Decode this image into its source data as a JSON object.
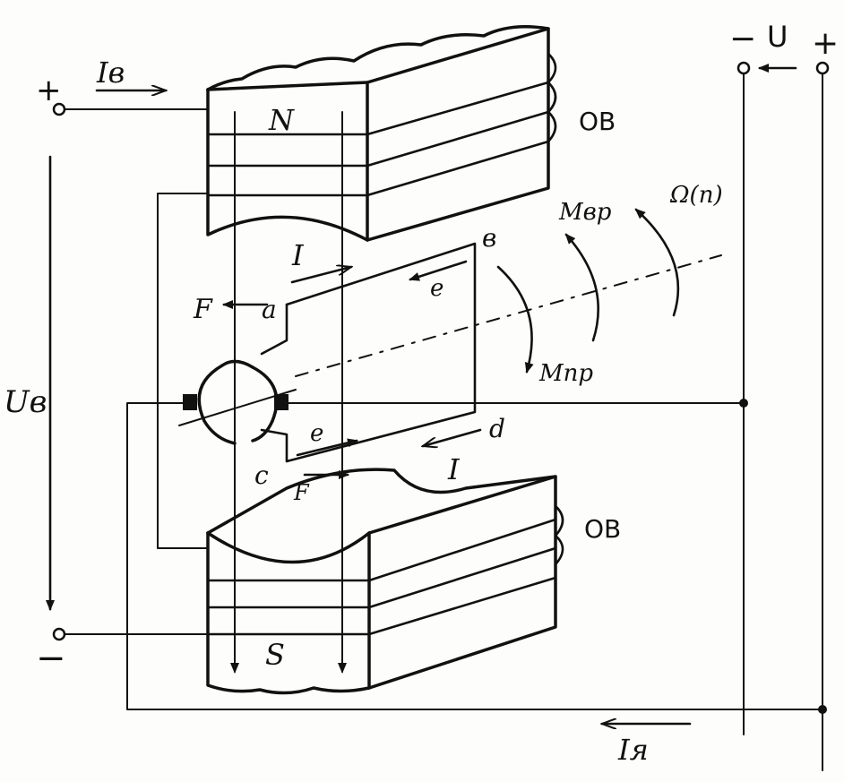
{
  "diagram": {
    "labels": {
      "plus_left": "+",
      "minus_left": "−",
      "field_current": "Iв",
      "north_pole": "N",
      "south_pole": "S",
      "field_winding_top": "ОВ",
      "field_winding_bottom": "ОВ",
      "supply_minus": "−",
      "supply_plus": "+",
      "supply_voltage": "U",
      "field_voltage": "Uв",
      "armature_current": "Iя",
      "current_top": "I",
      "current_bottom": "I",
      "force_top": "F",
      "force_bottom": "F",
      "emf_top": "e",
      "emf_bottom": "e",
      "point_a": "a",
      "point_b": "в",
      "point_c": "c",
      "point_d": "d",
      "torque_rotating": "Mвр",
      "torque_opposing": "Mпр",
      "angular_speed": "Ω(n)"
    }
  }
}
